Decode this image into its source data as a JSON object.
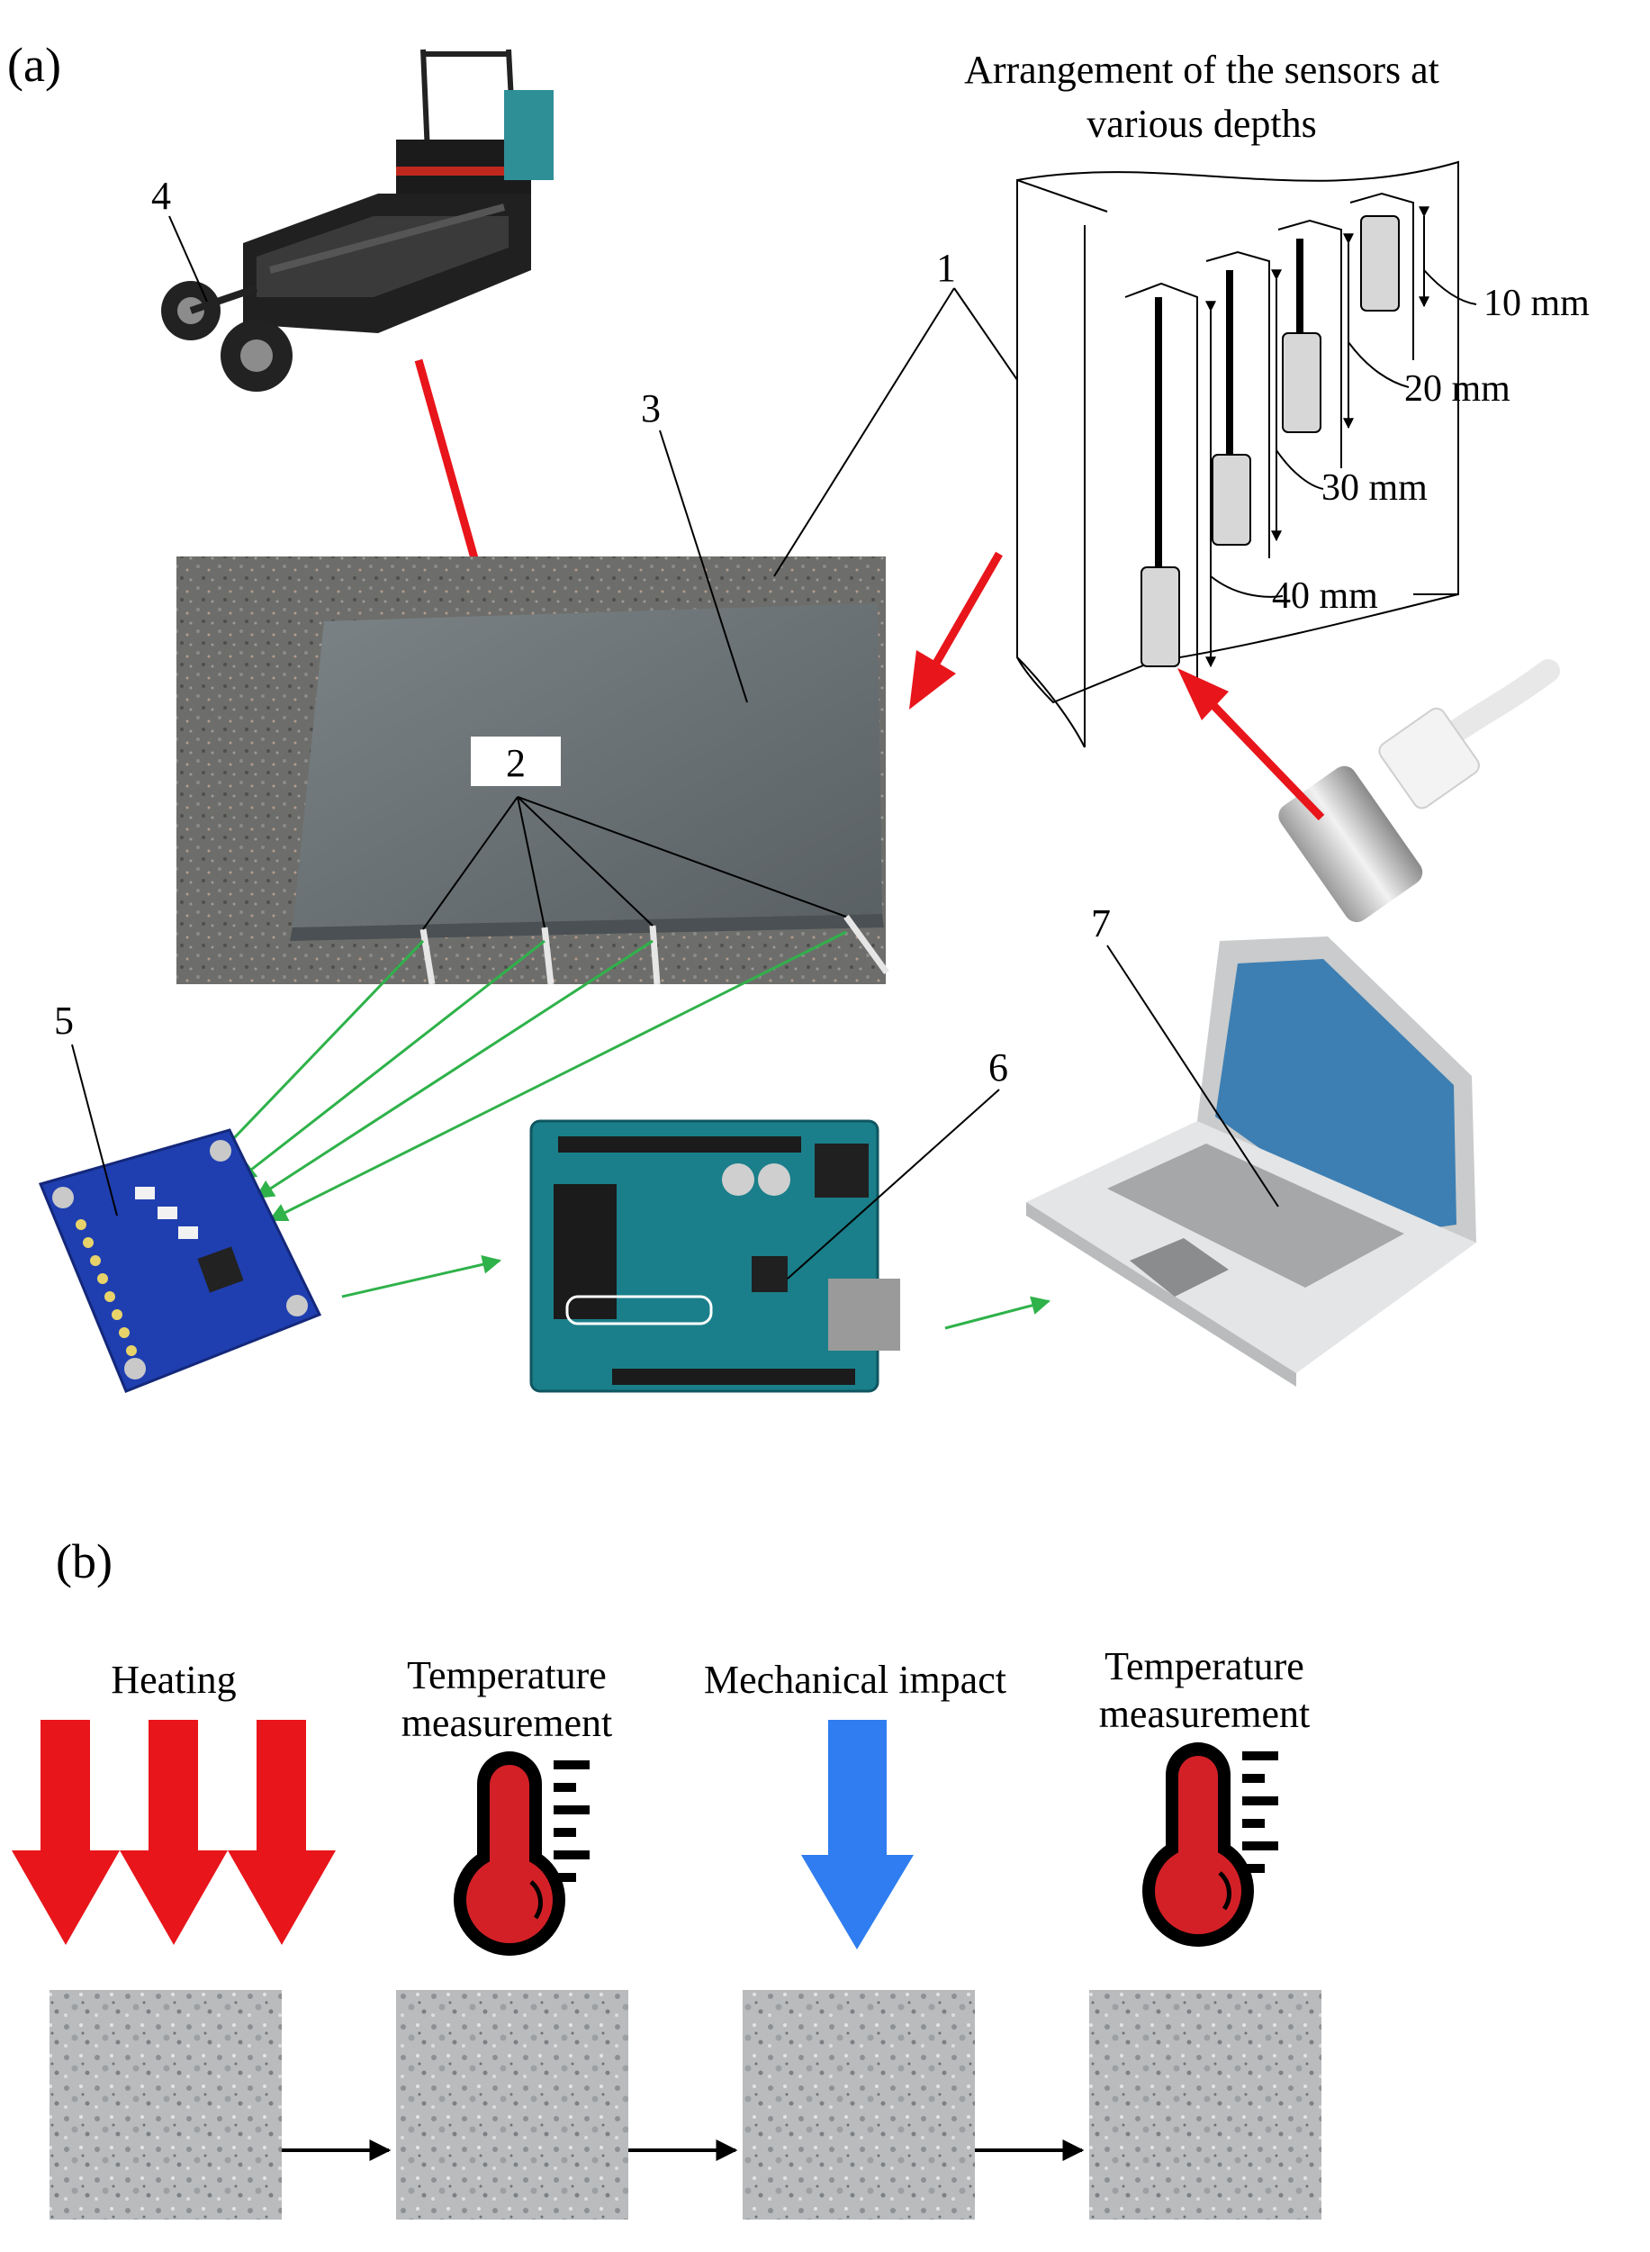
{
  "panel_a": {
    "label": "(a)",
    "sensor_title_line1": "Arrangement of the sensors at",
    "sensor_title_line2": "various depths",
    "depths": [
      "10 mm",
      "20 mm",
      "30 mm",
      "40 mm"
    ],
    "callouts": {
      "n1": "1",
      "n2": "2",
      "n3": "3",
      "n4": "4",
      "n5": "5",
      "n6": "6",
      "n7": "7"
    }
  },
  "panel_b": {
    "label": "(b)",
    "steps": [
      {
        "line1": "Heating",
        "line2": ""
      },
      {
        "line1": "Temperature",
        "line2": "measurement"
      },
      {
        "line1": "Mechanical impact",
        "line2": ""
      },
      {
        "line1": "Temperature",
        "line2": "measurement"
      }
    ]
  },
  "colors": {
    "red_arrow": "#e8151b",
    "blue_arrow": "#2f7df0",
    "green_arrow": "#2fb24a",
    "thermometer_red": "#d32027",
    "pcb_blue": "#1f3fb0",
    "arduino_teal": "#1a7f8a"
  }
}
